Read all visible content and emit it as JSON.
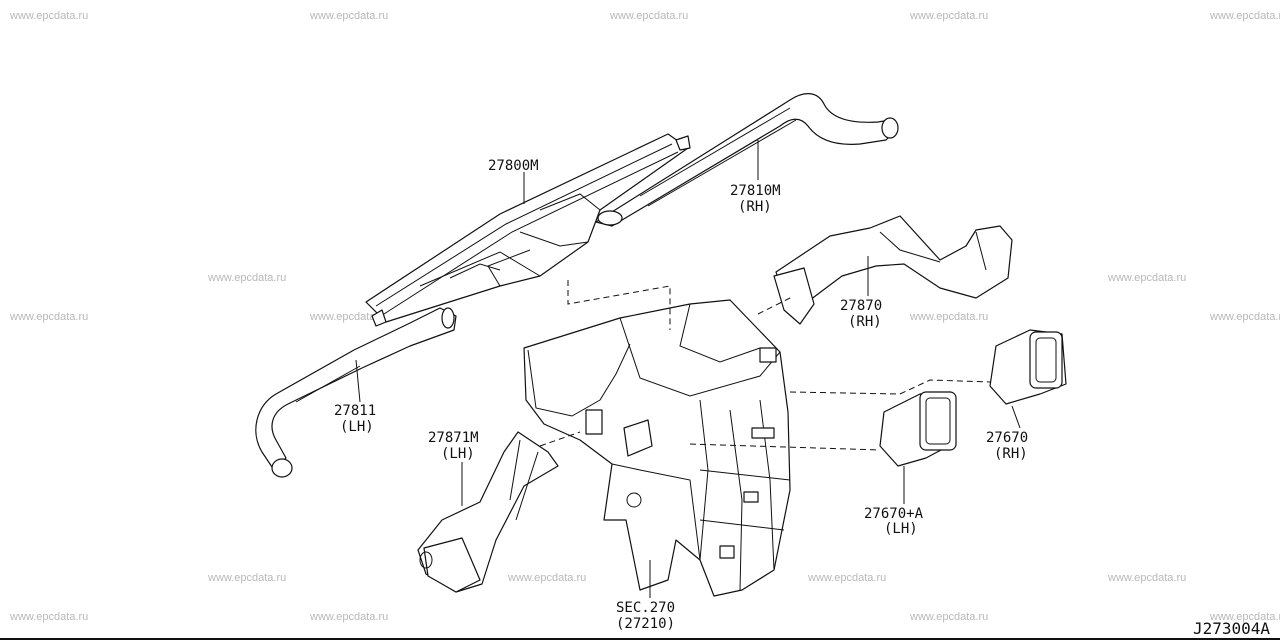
{
  "watermark": "www.epcdata.ru",
  "parts": {
    "defroster_nozzle": "27800M",
    "duct_rh": "27810M",
    "duct_rh_side": "(RH)",
    "duct_lh": "27811",
    "duct_lh_side": "(LH)",
    "duct_center_rh": "27870",
    "duct_center_rh_side": "(RH)",
    "duct_center_lh": "27871M",
    "duct_center_lh_side": "(LH)",
    "vent_rh": "27670",
    "vent_rh_side": "(RH)",
    "vent_lh": "27670+A",
    "vent_lh_side": "(LH)",
    "section_ref": "SEC.270",
    "section_sub": "(27210)"
  },
  "diagram_code": "J273004A"
}
